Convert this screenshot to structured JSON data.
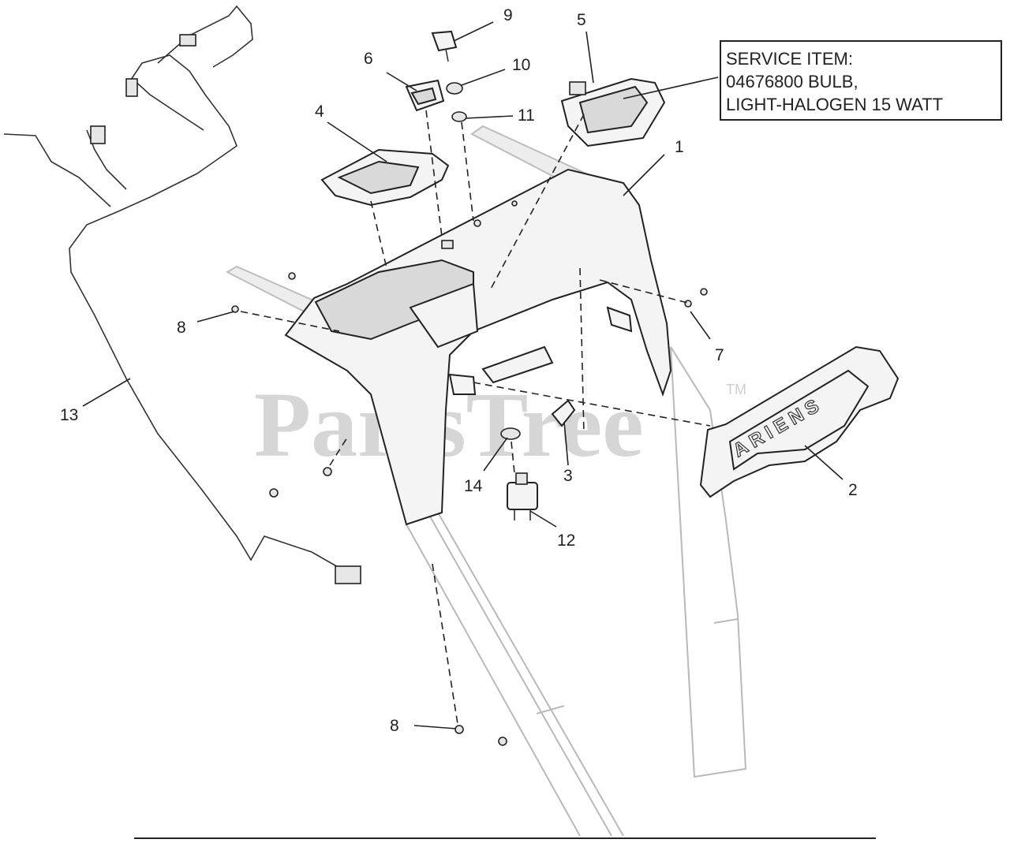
{
  "service_box": {
    "lines": [
      "SERVICE ITEM:",
      "04676800 BULB,",
      "LIGHT-HALOGEN 15 WATT"
    ]
  },
  "watermark": {
    "text": "PartsTree",
    "tm": "TM"
  },
  "brand_text": "ARIENS",
  "callouts": [
    "1",
    "2",
    "3",
    "4",
    "5",
    "6",
    "7",
    "8",
    "8",
    "9",
    "10",
    "11",
    "12",
    "13",
    "14"
  ]
}
